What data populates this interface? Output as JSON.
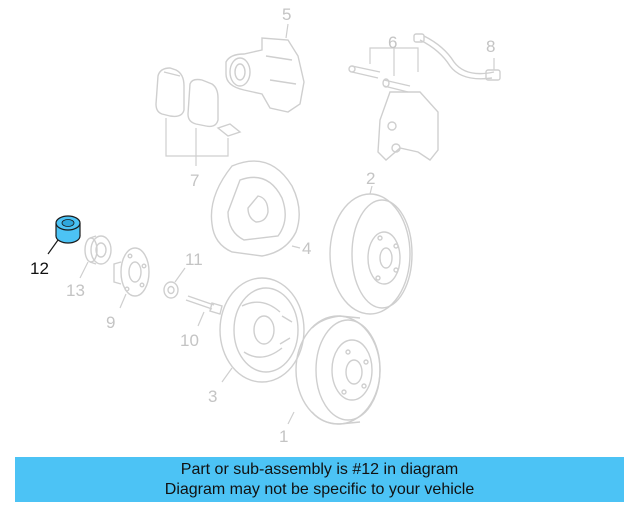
{
  "diagram": {
    "callouts": {
      "c1": "1",
      "c2": "2",
      "c3": "3",
      "c4": "4",
      "c5": "5",
      "c6": "6",
      "c7": "7",
      "c8": "8",
      "c9": "9",
      "c10": "10",
      "c11": "11",
      "c12": "12",
      "c13": "13"
    },
    "highlight_color": "#4cc3f5",
    "highlighted_part": "12"
  },
  "caption": {
    "line1": "Part or sub-assembly is #12 in diagram",
    "line2": "Diagram may not be specific to your vehicle",
    "background": "#4cc3f5"
  }
}
